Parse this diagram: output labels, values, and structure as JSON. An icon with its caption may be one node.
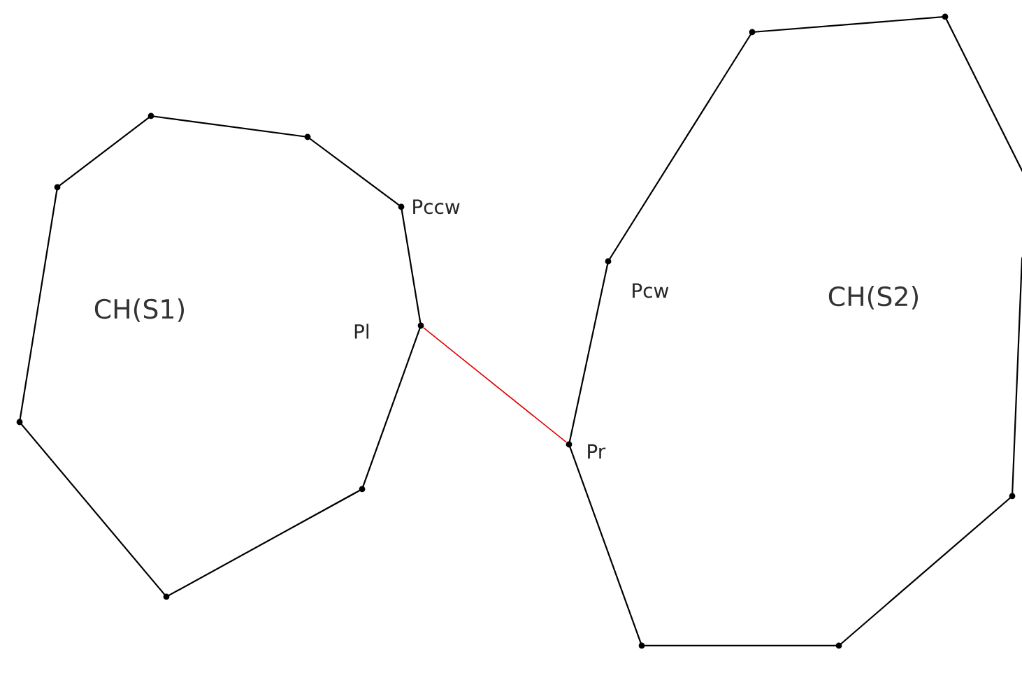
{
  "diagram": {
    "nodes": [
      {
        "text": [
          "CH(S1)"
        ]
      },
      {
        "text": [
          "CH(S2)"
        ]
      },
      {
        "text": [
          "Pl"
        ]
      },
      {
        "text": [
          "Pr"
        ]
      }
    ],
    "edges": [
      {
        "from": 2,
        "to": 3,
        "arrow": "none",
        "color": "#e00000"
      }
    ],
    "labels": [
      "Pccw",
      "Pcw"
    ]
  }
}
